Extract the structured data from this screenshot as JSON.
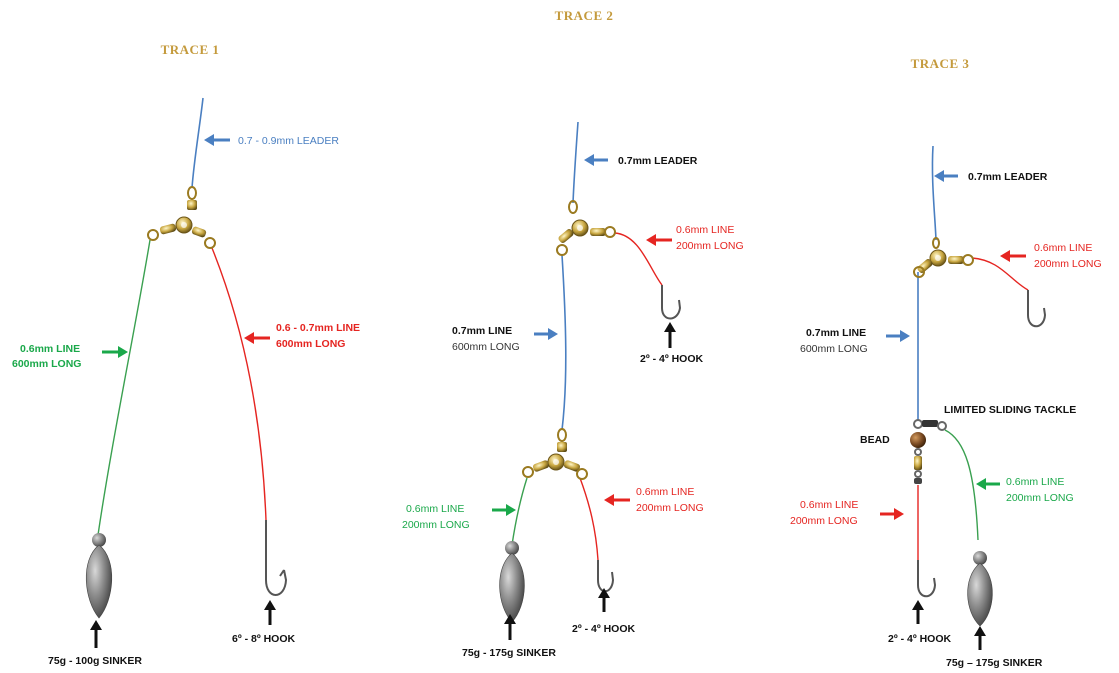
{
  "colors": {
    "title": "#c49a3c",
    "leader_blue": "#4a7fc1",
    "line_red": "#e52521",
    "line_green": "#1aa84a",
    "arrow_black": "#111111"
  },
  "trace1": {
    "title": "TRACE 1",
    "leader": "0.7 - 0.9mm LEADER",
    "green_line": [
      "0.6mm LINE",
      "600mm LONG"
    ],
    "red_line": [
      "0.6 - 0.7mm LINE",
      "600mm LONG"
    ],
    "sinker": "75g - 100g SINKER",
    "hook": "6º - 8º HOOK"
  },
  "trace2": {
    "title": "TRACE 2",
    "leader": "0.7mm  LEADER",
    "red_top": [
      "0.6mm LINE",
      "200mm LONG"
    ],
    "hook_top": "2º - 4º HOOK",
    "blue_line": [
      "0.7mm LINE",
      "600mm LONG"
    ],
    "green_line": [
      "0.6mm  LINE",
      "200mm LONG"
    ],
    "red_bottom": [
      "0.6mm  LINE",
      "200mm LONG"
    ],
    "hook_bottom": "2º - 4º HOOK",
    "sinker": "75g  - 175g SINKER"
  },
  "trace3": {
    "title": "TRACE 3",
    "leader": "0.7mm  LEADER",
    "red_top": [
      "0.6mm LINE",
      "200mm LONG"
    ],
    "blue_line": [
      "0.7mm LINE",
      "600mm LONG"
    ],
    "sliding": "LIMITED SLIDING TACKLE",
    "bead": "BEAD",
    "green_line": [
      "0.6mm  LINE",
      "200mm LONG"
    ],
    "red_bottom": [
      "0.6mm  LINE",
      "200mm LONG"
    ],
    "hook": "2º - 4º HOOK",
    "sinker": "75g – 175g SINKER"
  }
}
